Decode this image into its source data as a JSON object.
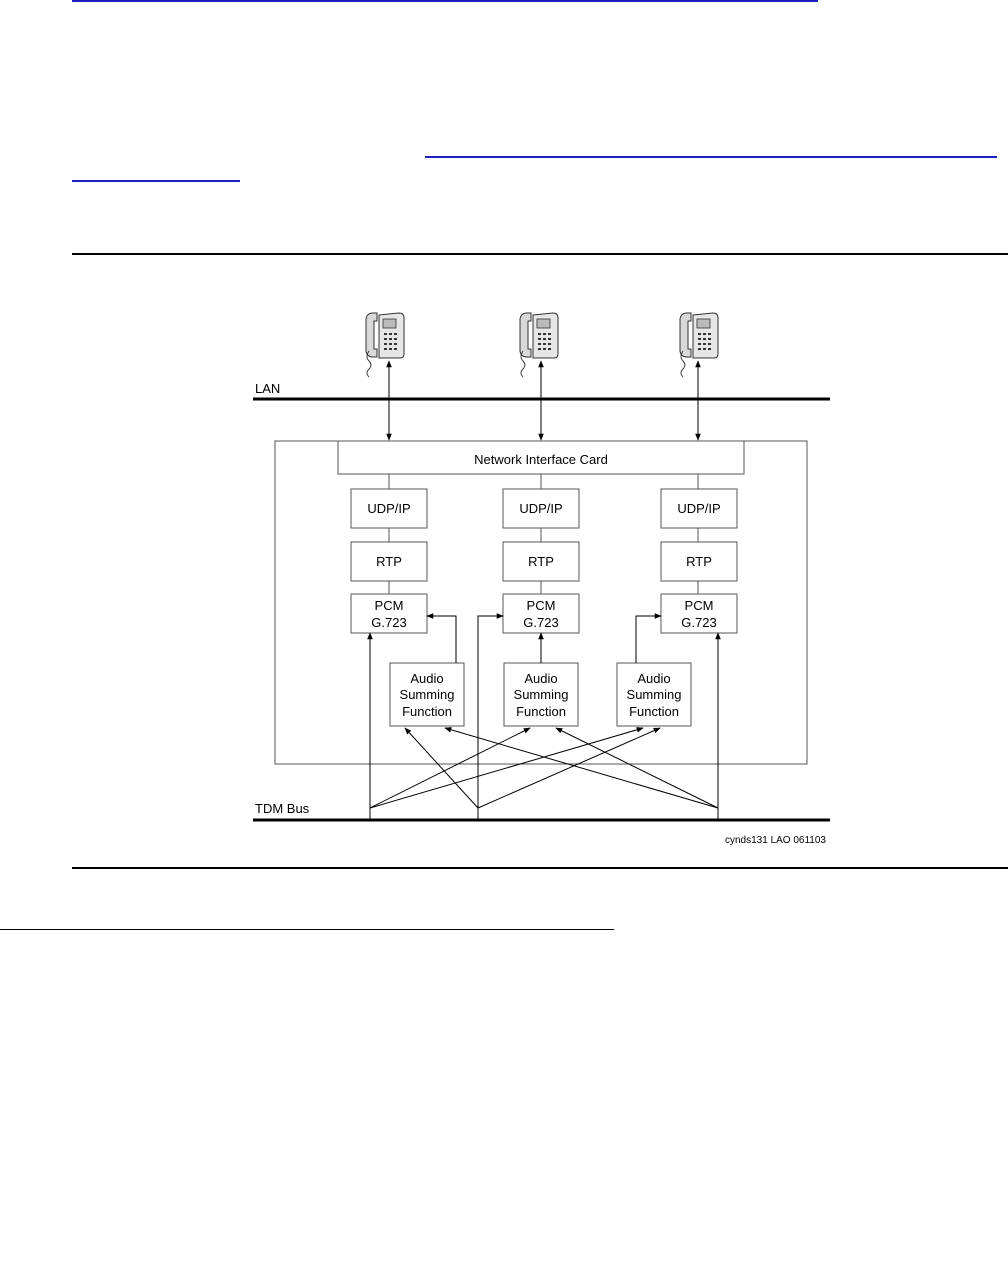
{
  "network_label": "LAN",
  "bus_label": "TDM Bus",
  "nic_label": "Network Interface Card",
  "phone_icon": "ip-phone-icon",
  "channels": [
    {
      "udp_label": "UDP/IP",
      "rtp_label": "RTP",
      "codec_line1": "PCM",
      "codec_line2": "G.723",
      "sum_line1": "Audio",
      "sum_line2": "Summing",
      "sum_line3": "Function"
    },
    {
      "udp_label": "UDP/IP",
      "rtp_label": "RTP",
      "codec_line1": "PCM",
      "codec_line2": "G.723",
      "sum_line1": "Audio",
      "sum_line2": "Summing",
      "sum_line3": "Function"
    },
    {
      "udp_label": "UDP/IP",
      "rtp_label": "RTP",
      "codec_line1": "PCM",
      "codec_line2": "G.723",
      "sum_line1": "Audio",
      "sum_line2": "Summing",
      "sum_line3": "Function"
    }
  ],
  "figure_code": "cynds131 LAO 061103",
  "colors": {
    "link": "#1f1fbf",
    "line": "#000000",
    "box_stroke": "#555555"
  }
}
